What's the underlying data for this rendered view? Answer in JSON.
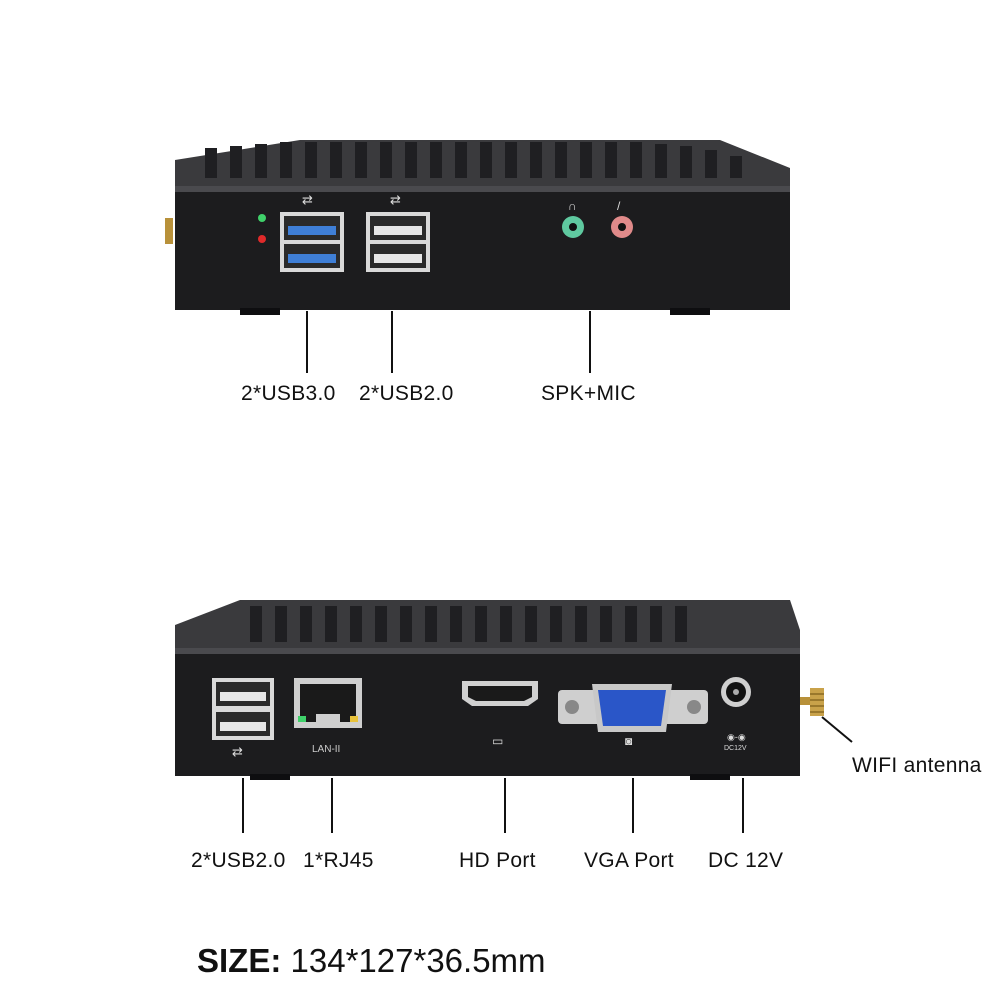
{
  "front_panel": {
    "labels": {
      "usb30": "2*USB3.0",
      "usb20": "2*USB2.0",
      "audio": "SPK+MIC"
    }
  },
  "rear_panel": {
    "lan_port_text": "LAN-II",
    "dc_port_text": "DC12V",
    "labels": {
      "usb20": "2*USB2.0",
      "rj45": "1*RJ45",
      "hd": "HD Port",
      "vga": "VGA Port",
      "dc": "DC 12V",
      "wifi": "WIFI antenna"
    }
  },
  "size": {
    "prefix": "SIZE:",
    "value": "134*127*36.5mm"
  },
  "colors": {
    "chassis": "#1c1c1e",
    "fins": "#2b2b2e",
    "usb3_blue": "#3f7fd6",
    "vga_blue": "#2a56c8",
    "headphone_green": "#5fc9a0",
    "mic_pink": "#e08a8a",
    "antenna_gold": "#b8913a"
  },
  "icons": [
    "usb-icon",
    "headphone-icon",
    "mic-icon",
    "hdmi-icon",
    "vga-icon",
    "dc-polarity-icon",
    "led-green-icon",
    "led-red-icon"
  ]
}
